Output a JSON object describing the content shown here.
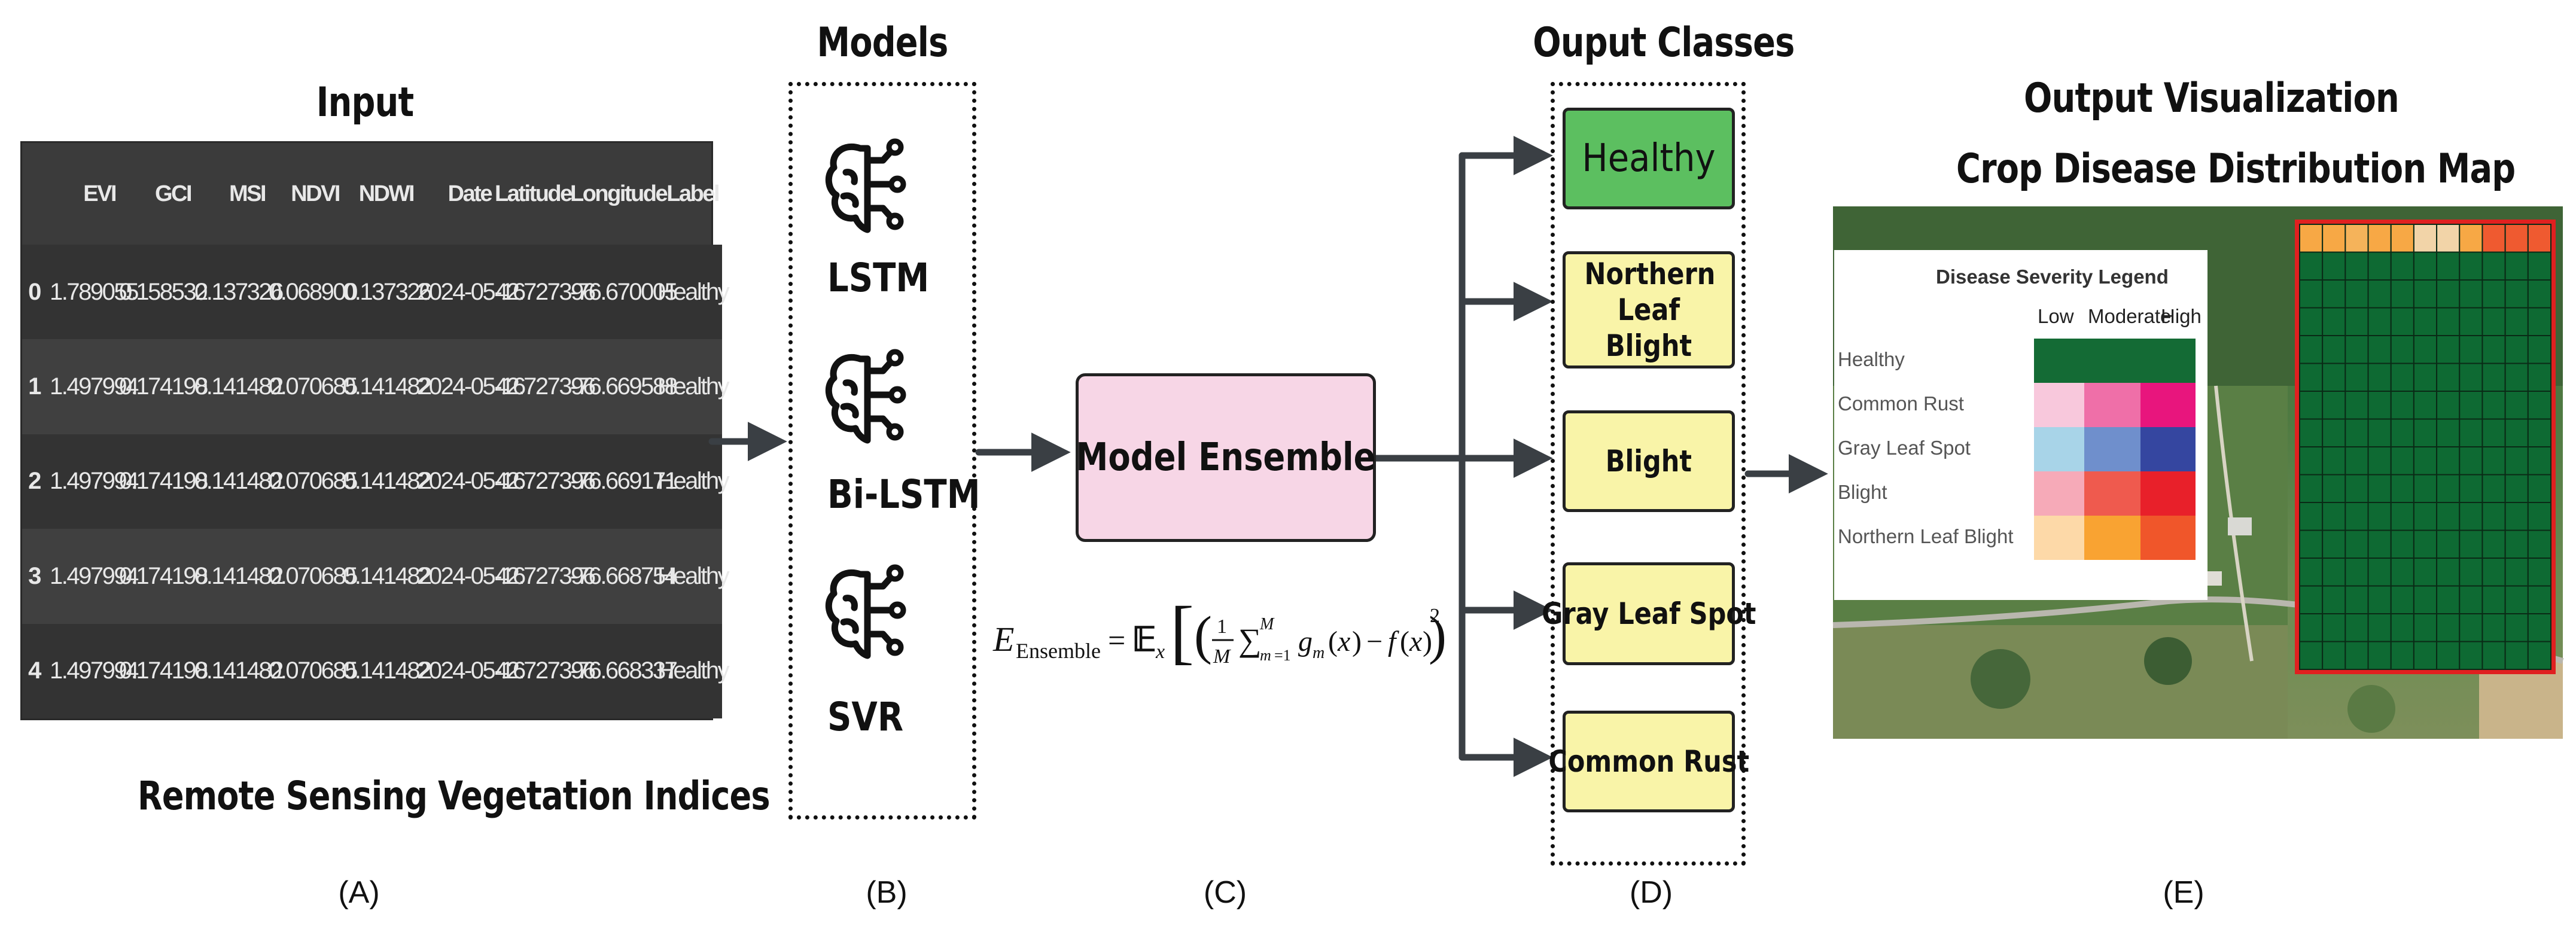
{
  "panel_a": {
    "title": "Input",
    "subtitle": "Remote Sensing Vegetation Indices",
    "caption": "(A)",
    "columns": [
      "",
      "EVI",
      "GCI",
      "MSI",
      "NDVI",
      "NDWI",
      "Date",
      "Latitude",
      "Longitude",
      "Label"
    ],
    "rows": [
      [
        "0",
        "1.789055",
        "0.158532",
        "0.137326",
        "0.068900",
        "0.137326",
        "2024-05-16",
        "42.727396",
        "-76.670005",
        "Healthy"
      ],
      [
        "1",
        "1.497994",
        "0.174198",
        "0.141482",
        "0.070685",
        "0.141482",
        "2024-05-16",
        "42.727396",
        "-76.669588",
        "Healthy"
      ],
      [
        "2",
        "1.497994",
        "0.174198",
        "0.141482",
        "0.070685",
        "0.141482",
        "2024-05-16",
        "42.727396",
        "-76.669171",
        "Healthy"
      ],
      [
        "3",
        "1.497994",
        "0.174198",
        "0.141482",
        "0.070685",
        "0.141482",
        "2024-05-16",
        "42.727396",
        "-76.668754",
        "Healthy"
      ],
      [
        "4",
        "1.497994",
        "0.174198",
        "0.141482",
        "0.070685",
        "0.141482",
        "2024-05-16",
        "42.727396",
        "-76.668337",
        "Healthy"
      ]
    ]
  },
  "panel_b": {
    "title": "Models",
    "caption": "(B)",
    "models": [
      "LSTM",
      "Bi-LSTM",
      "SVR"
    ]
  },
  "panel_c": {
    "label": "Model Ensemble",
    "caption": "(C)"
  },
  "panel_d": {
    "title": "Ouput Classes",
    "caption": "(D)",
    "classes": [
      {
        "label": "Healthy",
        "color": "#5cbf60"
      },
      {
        "label": "Northern Leaf Blight",
        "color": "#f9f4a8"
      },
      {
        "label": "Blight",
        "color": "#f9f4a8"
      },
      {
        "label": "Gray Leaf Spot",
        "color": "#f9f4a8"
      },
      {
        "label": "Common Rust",
        "color": "#f9f4a8"
      }
    ]
  },
  "panel_e": {
    "title_line1": "Output Visualization",
    "title_line2": "Crop Disease Distribution Map",
    "caption": "(E)",
    "legend": {
      "title": "Disease Severity Legend",
      "columns": [
        "Low",
        "Moderate",
        "High"
      ],
      "rows": [
        {
          "label": "Healthy",
          "colors": [
            "#146b35",
            "#146b35",
            "#146b35"
          ]
        },
        {
          "label": "Common Rust",
          "colors": [
            "#f8c8dc",
            "#ef6fa8",
            "#e8157d"
          ]
        },
        {
          "label": "Gray Leaf Spot",
          "colors": [
            "#a8d4e8",
            "#6f8fcc",
            "#3546a0"
          ]
        },
        {
          "label": "Blight",
          "colors": [
            "#f6aab8",
            "#ef5a4e",
            "#e8202a"
          ]
        },
        {
          "label": "Northern Leaf Blight",
          "colors": [
            "#fdd9a8",
            "#f9a332",
            "#f0562a"
          ]
        }
      ]
    },
    "grid_top_row_colors": [
      "#f7a845",
      "#f7a845",
      "#f5b35a",
      "#f7a845",
      "#f7a845",
      "#f2d4a8",
      "#f2d4a8",
      "#f7a845",
      "#ef5a30",
      "#ef5a30",
      "#ef5a30"
    ],
    "grid_base_color": "#0e6a33"
  }
}
